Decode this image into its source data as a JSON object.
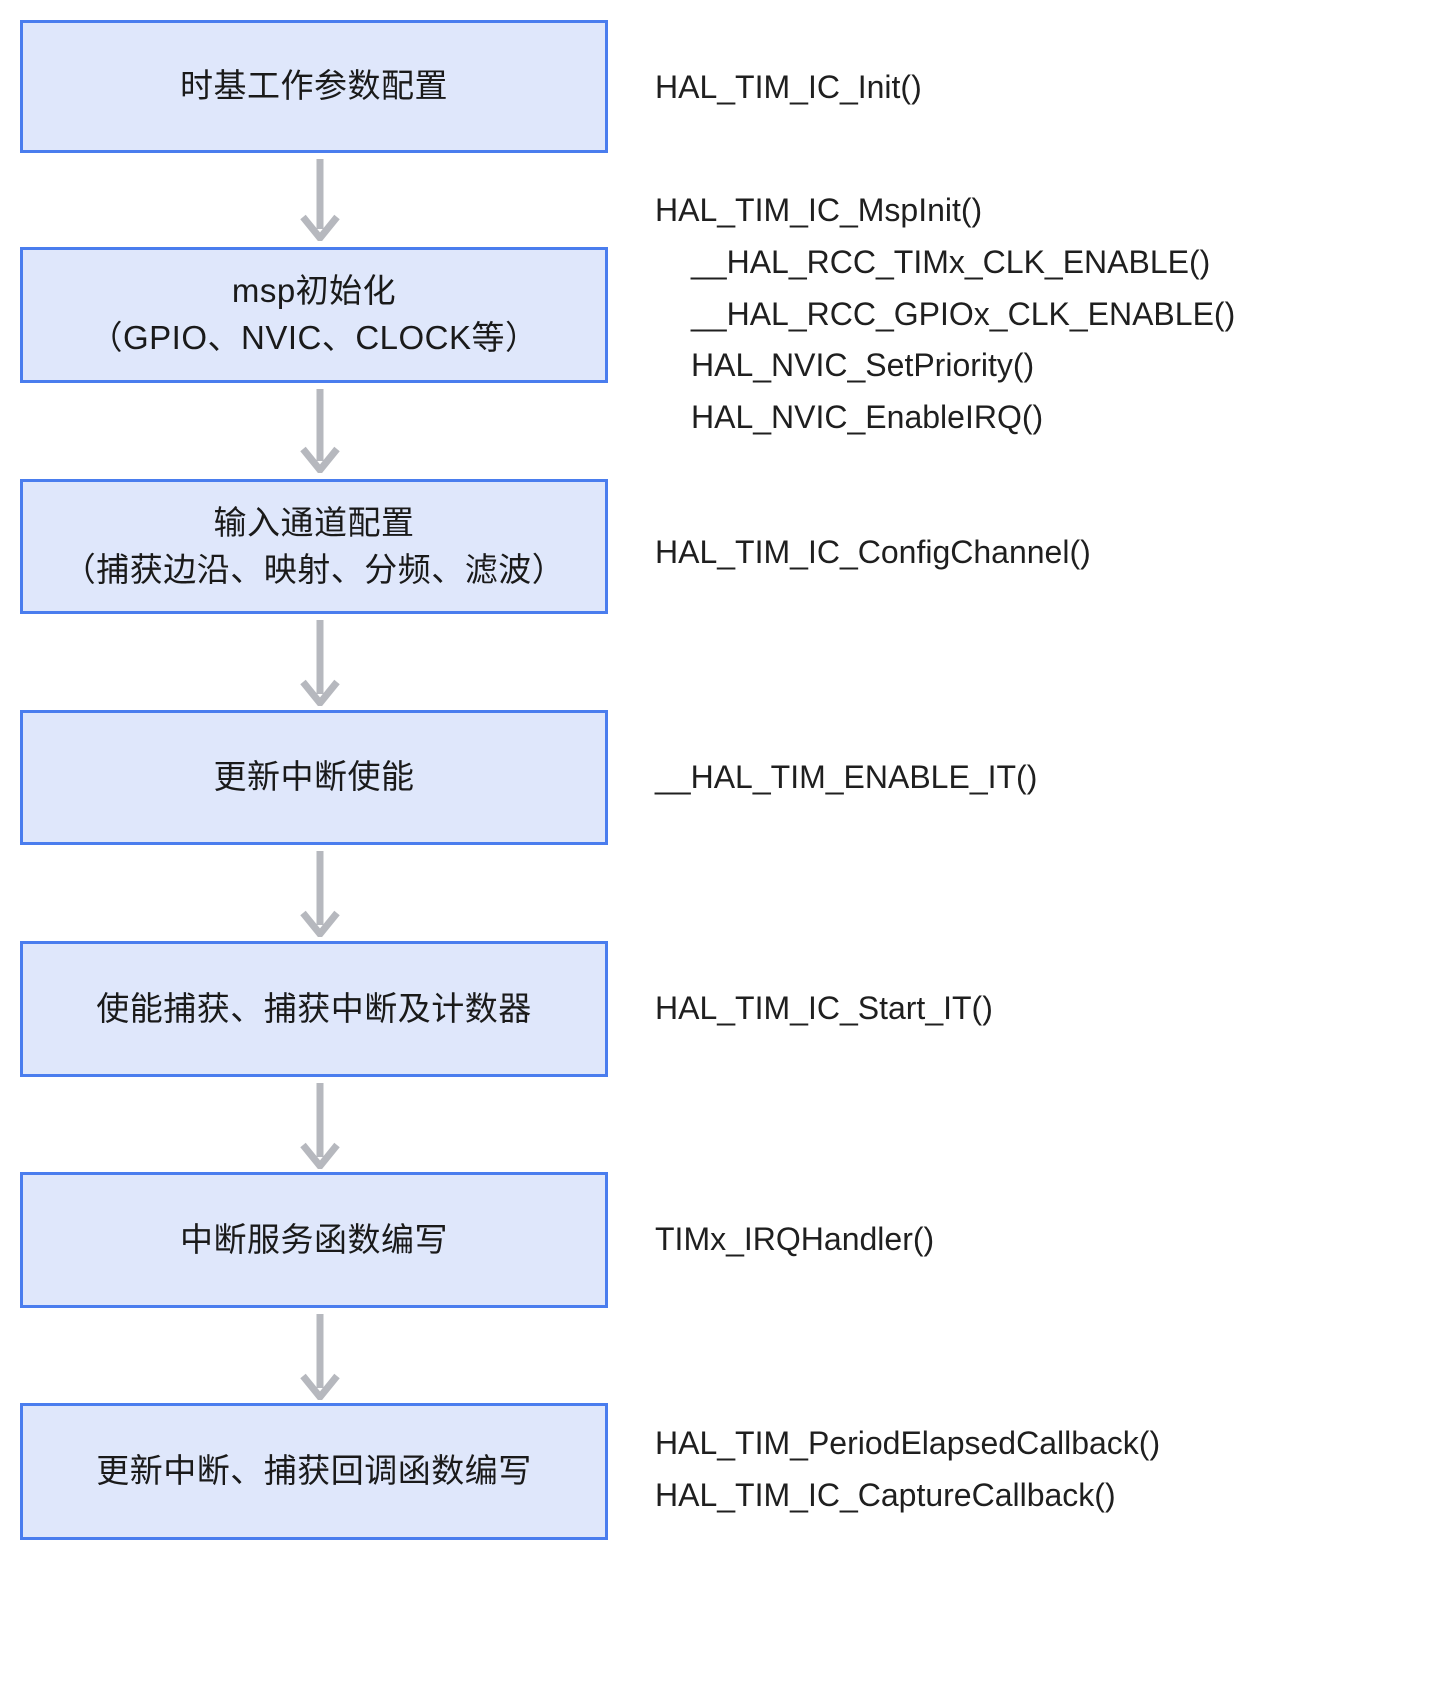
{
  "diagram": {
    "type": "flowchart",
    "orientation": "vertical",
    "colors": {
      "node_fill": "#dfe7fb",
      "node_border": "#4a7dee",
      "arrow": "#b6b8be",
      "text": "#1a1a1a",
      "background": "#ffffff"
    },
    "nodes": [
      {
        "id": "node-1",
        "lines": [
          "时基工作参数配置"
        ],
        "apis": [
          "HAL_TIM_IC_Init()"
        ]
      },
      {
        "id": "node-2",
        "lines": [
          "msp初始化",
          "（GPIO、NVIC、CLOCK等）"
        ],
        "apis": [
          "HAL_TIM_IC_MspInit()",
          "__HAL_RCC_TIMx_CLK_ENABLE()",
          "__HAL_RCC_GPIOx_CLK_ENABLE()",
          "HAL_NVIC_SetPriority()",
          "HAL_NVIC_EnableIRQ()"
        ]
      },
      {
        "id": "node-3",
        "lines": [
          "输入通道配置",
          "（捕获边沿、映射、分频、滤波）"
        ],
        "apis": [
          "HAL_TIM_IC_ConfigChannel()"
        ]
      },
      {
        "id": "node-4",
        "lines": [
          "更新中断使能"
        ],
        "apis": [
          "__HAL_TIM_ENABLE_IT()"
        ]
      },
      {
        "id": "node-5",
        "lines": [
          "使能捕获、捕获中断及计数器"
        ],
        "apis": [
          "HAL_TIM_IC_Start_IT()"
        ]
      },
      {
        "id": "node-6",
        "lines": [
          "中断服务函数编写"
        ],
        "apis": [
          "TIMx_IRQHandler()"
        ]
      },
      {
        "id": "node-7",
        "lines": [
          "更新中断、捕获回调函数编写"
        ],
        "apis": [
          "HAL_TIM_PeriodElapsedCallback()",
          "HAL_TIM_IC_CaptureCallback()"
        ]
      }
    ],
    "connectors": [
      {
        "from": "node-1",
        "to": "node-2",
        "icon": "down-arrow-icon"
      },
      {
        "from": "node-2",
        "to": "node-3",
        "icon": "down-arrow-icon"
      },
      {
        "from": "node-3",
        "to": "node-4",
        "icon": "down-arrow-icon"
      },
      {
        "from": "node-4",
        "to": "node-5",
        "icon": "down-arrow-icon"
      },
      {
        "from": "node-5",
        "to": "node-6",
        "icon": "down-arrow-icon"
      },
      {
        "from": "node-6",
        "to": "node-7",
        "icon": "down-arrow-icon"
      }
    ]
  }
}
